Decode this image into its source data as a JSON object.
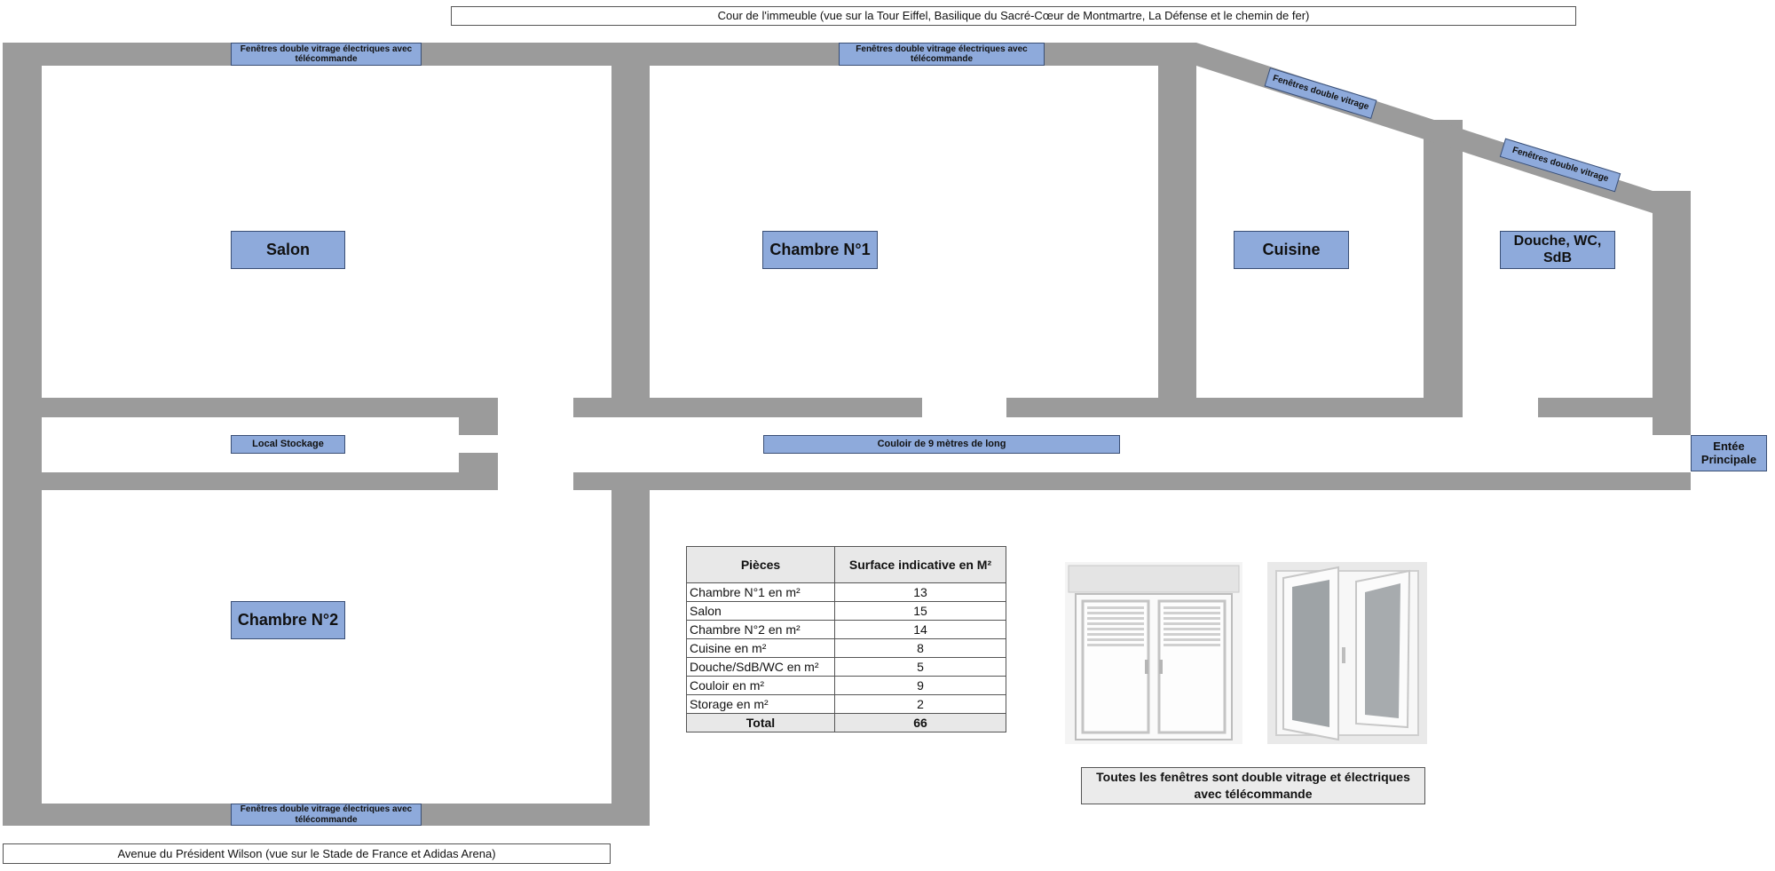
{
  "header": {
    "courtyard_label": "Cour de l'immeuble (vue sur la Tour Eiffel, Basilique du Sacré-Cœur de Montmartre, La Défense et le chemin de fer)",
    "avenue_label": "Avenue du Président Wilson (vue sur le Stade de France et Adidas Arena)"
  },
  "windows": {
    "electric": "Fenêtres double vitrage électriques avec télécommande",
    "double": "Fenêtres double vitrage"
  },
  "rooms": {
    "salon": "Salon",
    "chambre1": "Chambre N°1",
    "cuisine": "Cuisine",
    "douche": "Douche, WC, SdB",
    "storage": "Local Stockage",
    "couloir": "Couloir de 9 mètres de long",
    "entree": "Entée Principale",
    "chambre2": "Chambre N°2"
  },
  "table": {
    "headers": [
      "Pièces",
      "Surface indicative en M²"
    ],
    "rows": [
      {
        "label": "Chambre N°1 en m²",
        "value": "13"
      },
      {
        "label": "Salon",
        "value": "15"
      },
      {
        "label": "Chambre N°2 en m²",
        "value": "14"
      },
      {
        "label": "Cuisine en m²",
        "value": "8"
      },
      {
        "label": "Douche/SdB/WC en m²",
        "value": "5"
      },
      {
        "label": "Couloir en m²",
        "value": "9"
      },
      {
        "label": "Storage en m²",
        "value": "2"
      }
    ],
    "total": {
      "label": "Total",
      "value": "66"
    }
  },
  "caption": "Toutes les fenêtres sont double vitrage et électriques avec télécommande",
  "colors": {
    "wall": "#9b9b9b",
    "label_fill": "#8eaadb",
    "label_border": "#3a4f75",
    "table_header": "#e8e8e8"
  }
}
